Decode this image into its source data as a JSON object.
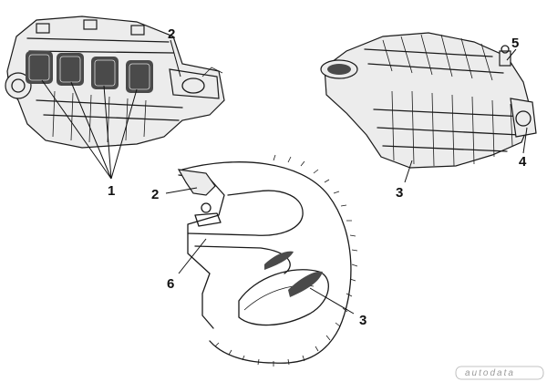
{
  "diagram": {
    "callouts": [
      {
        "id": "c1",
        "label": "1"
      },
      {
        "id": "c2a",
        "label": "2"
      },
      {
        "id": "c5",
        "label": "5"
      },
      {
        "id": "c4",
        "label": "4"
      },
      {
        "id": "c3a",
        "label": "3"
      },
      {
        "id": "c2b",
        "label": "2"
      },
      {
        "id": "c6",
        "label": "6"
      },
      {
        "id": "c3b",
        "label": "3"
      }
    ],
    "watermark": "autodata",
    "colors": {
      "ink": "#1a1a1a",
      "shade": "#4a4a4a",
      "background": "#ffffff",
      "watermark": "#9a9a9a"
    }
  }
}
